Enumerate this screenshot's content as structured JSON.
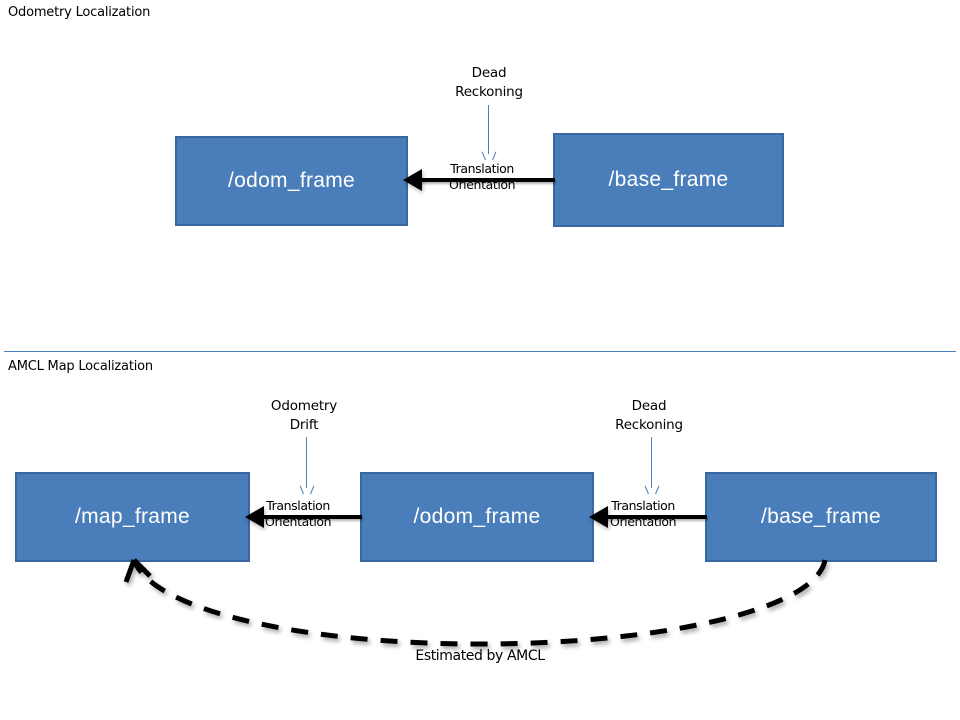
{
  "sections": [
    {
      "title": "Odometry Localization",
      "boxes": [
        {
          "label": "/odom_frame"
        },
        {
          "label": "/base_frame"
        }
      ],
      "transforms": [
        {
          "top_label": "Translation",
          "bottom_label": "Orientation"
        }
      ],
      "annotations": [
        {
          "line1": "Dead",
          "line2": "Reckoning"
        }
      ]
    },
    {
      "title": "AMCL Map Localization",
      "boxes": [
        {
          "label": "/map_frame"
        },
        {
          "label": "/odom_frame"
        },
        {
          "label": "/base_frame"
        }
      ],
      "transforms": [
        {
          "top_label": "Translation",
          "bottom_label": "Orientation"
        },
        {
          "top_label": "Translation",
          "bottom_label": "Orientation"
        }
      ],
      "annotations": [
        {
          "line1": "Odometry",
          "line2": "Drift"
        },
        {
          "line1": "Dead",
          "line2": "Reckoning"
        }
      ],
      "estimate_caption": "Estimated by AMCL"
    }
  ],
  "colors": {
    "box_fill": "#4a7ebb",
    "box_border": "#39679f",
    "box_text": "#ffffff",
    "annotation_arrow": "#4a7ebb",
    "transform_arrow": "#000000",
    "divider": "#4a7ebb",
    "background": "#ffffff"
  }
}
